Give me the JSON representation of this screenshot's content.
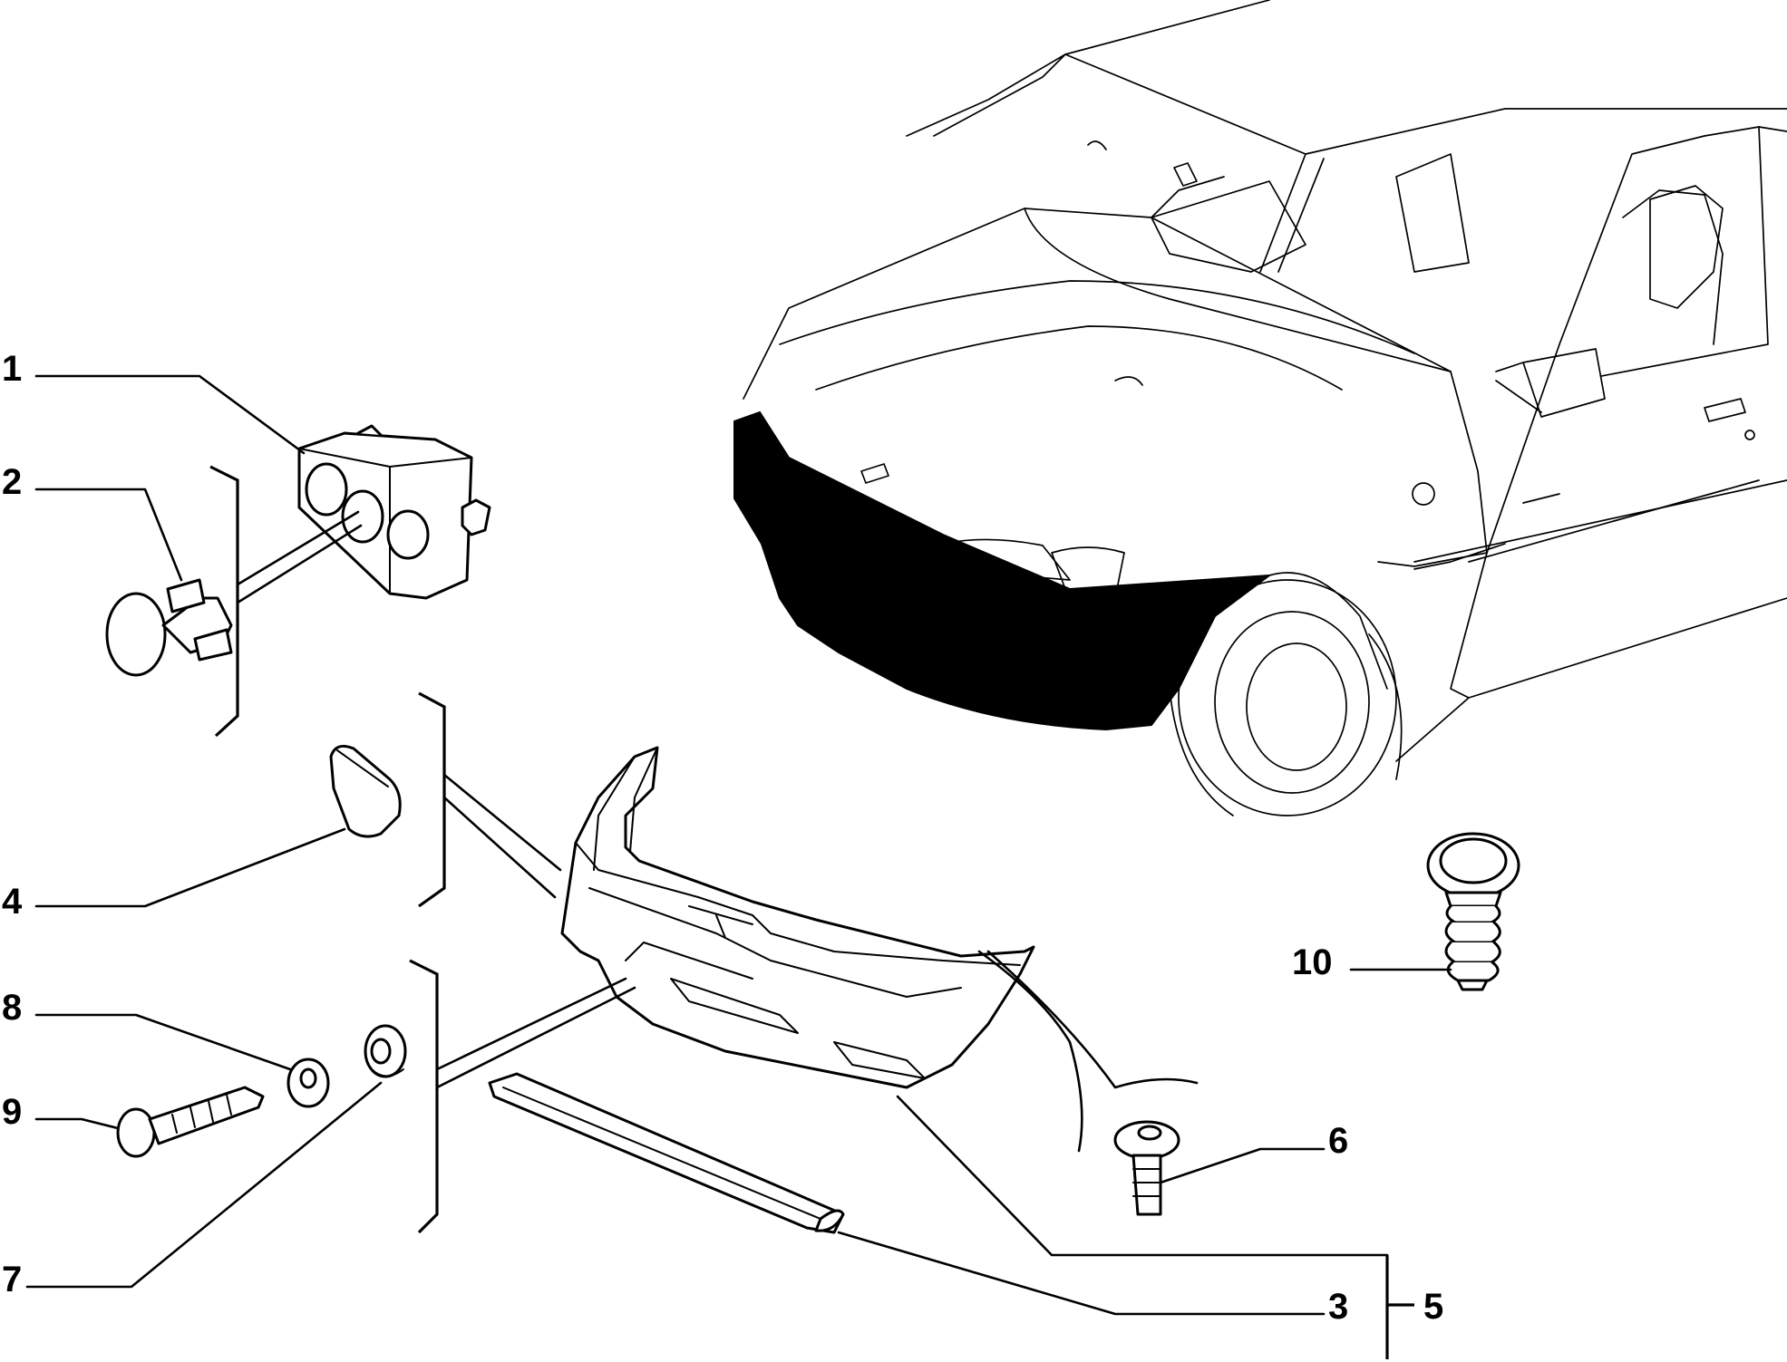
{
  "diagram": {
    "callouts": [
      {
        "id": "1",
        "label": "1"
      },
      {
        "id": "2",
        "label": "2"
      },
      {
        "id": "4",
        "label": "4"
      },
      {
        "id": "8",
        "label": "8"
      },
      {
        "id": "9",
        "label": "9"
      },
      {
        "id": "7",
        "label": "7"
      },
      {
        "id": "10",
        "label": "10"
      },
      {
        "id": "6",
        "label": "6"
      },
      {
        "id": "3",
        "label": "3"
      },
      {
        "id": "5",
        "label": "5"
      }
    ],
    "highlight_color": "#000000",
    "line_color": "#000000",
    "background": "#ffffff"
  }
}
